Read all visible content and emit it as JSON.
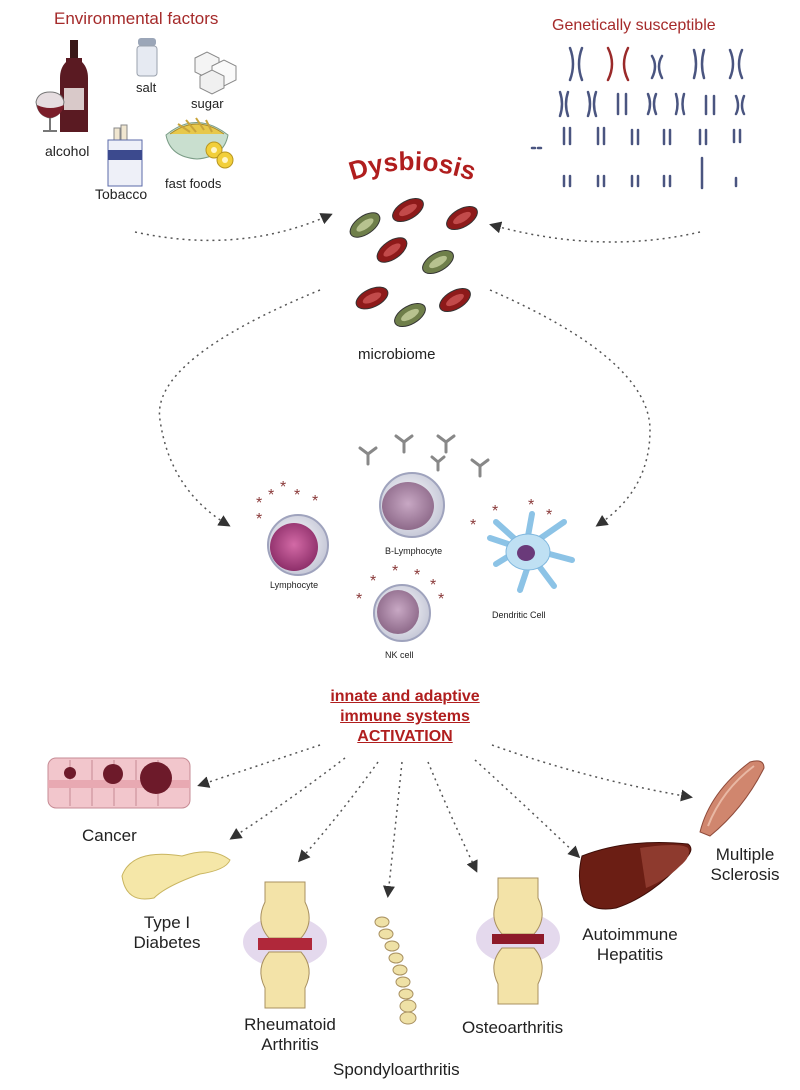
{
  "environment": {
    "title": "Environmental factors",
    "items": {
      "alcohol": "alcohol",
      "salt": "salt",
      "sugar": "sugar",
      "tobacco": "Tobacco",
      "fast_foods": "fast foods"
    }
  },
  "genetics": {
    "title": "Genetically susceptible"
  },
  "dysbiosis": {
    "title": "Dysbiosis"
  },
  "microbiome": {
    "label": "microbiome"
  },
  "cells": {
    "lymphocyte": "Lymphocyte",
    "b_lymphocyte": "B-Lymphocyte",
    "dendritic": "Dendritic Cell",
    "nk": "NK cell"
  },
  "activation": {
    "line1": "innate and adaptive",
    "line2": "immune systems",
    "line3": "ACTIVATION"
  },
  "diseases": {
    "cancer": "Cancer",
    "type1_line1": "Type I",
    "type1_line2": "Diabetes",
    "ra_line1": "Rheumatoid",
    "ra_line2": "Arthritis",
    "spondylo": "Spondyloarthritis",
    "osteo": "Osteoarthritis",
    "aih_line1": "Autoimmune",
    "aih_line2": "Hepatitis",
    "ms_line1": "Multiple",
    "ms_line2": "Sclerosis"
  },
  "colors": {
    "title_red": "#a52a2a",
    "activation_red": "#b01e1e",
    "bacteria_red": "#8e1a1a",
    "bacteria_green": "#6f7f4a",
    "cell_purple": "#b04b86",
    "arrow": "#555555"
  }
}
